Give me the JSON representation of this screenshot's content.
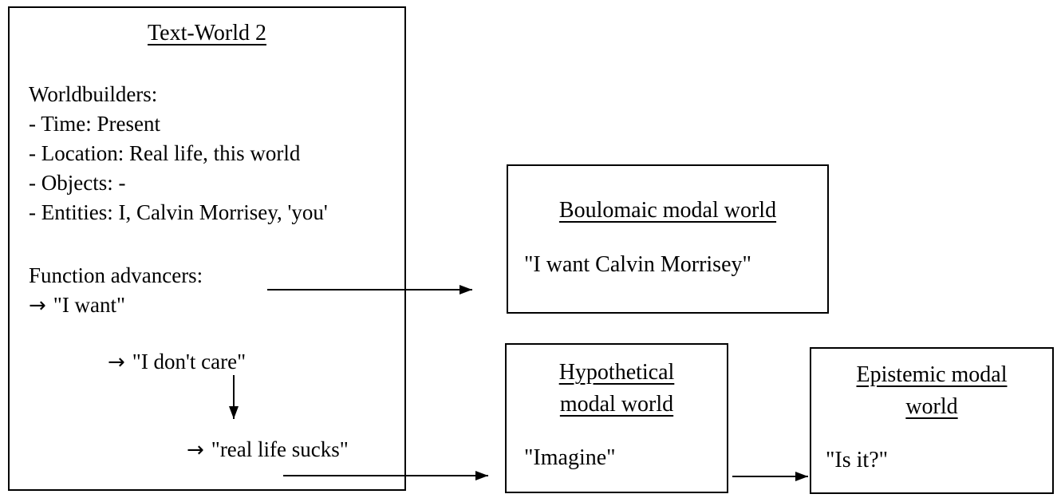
{
  "colors": {
    "background": "#ffffff",
    "border": "#000000",
    "text": "#000000"
  },
  "text_world_box": {
    "title": "Text-World 2",
    "worldbuilders": {
      "heading": "Worldbuilders:",
      "items": [
        "- Time: Present",
        "- Location: Real life, this world",
        "- Objects: -",
        "- Entities: I, Calvin Morrisey, 'you'"
      ]
    },
    "function_advancers": {
      "heading": "Function advancers:",
      "arrow_glyph": "→",
      "items": [
        "\"I want\"",
        "\"I don't care\"",
        "\"real life sucks\""
      ]
    }
  },
  "boulomaic_box": {
    "title": "Boulomaic modal world",
    "quote": "\"I want Calvin Morrisey\""
  },
  "hypothetical_box": {
    "title_lines": [
      "Hypothetical",
      "modal world"
    ],
    "quote": "\"Imagine\""
  },
  "epistemic_box": {
    "title_lines": [
      "Epistemic modal",
      "world"
    ],
    "quote": "\"Is it?\""
  }
}
